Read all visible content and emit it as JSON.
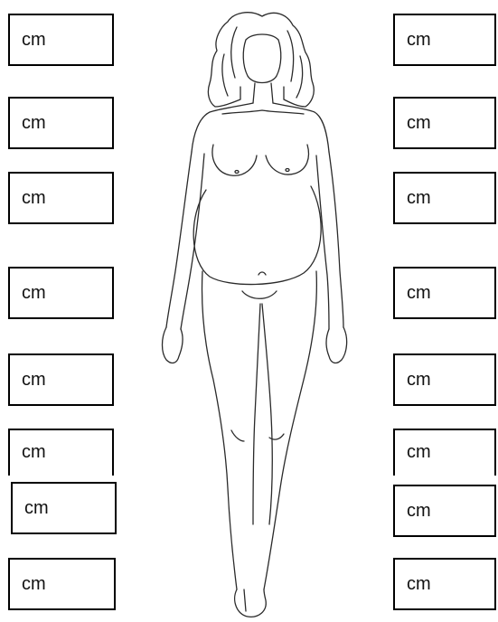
{
  "illustration": {
    "icon": "pregnant-woman-body-outline-icon"
  },
  "measurement_boxes": {
    "left": [
      {
        "unit": "cm",
        "value": ""
      },
      {
        "unit": "cm",
        "value": ""
      },
      {
        "unit": "cm",
        "value": ""
      },
      {
        "unit": "cm",
        "value": ""
      },
      {
        "unit": "cm",
        "value": ""
      },
      {
        "unit": "cm",
        "value": ""
      },
      {
        "unit": "cm",
        "value": ""
      },
      {
        "unit": "cm",
        "value": ""
      }
    ],
    "right": [
      {
        "unit": "cm",
        "value": ""
      },
      {
        "unit": "cm",
        "value": ""
      },
      {
        "unit": "cm",
        "value": ""
      },
      {
        "unit": "cm",
        "value": ""
      },
      {
        "unit": "cm",
        "value": ""
      },
      {
        "unit": "cm",
        "value": ""
      },
      {
        "unit": "cm",
        "value": ""
      },
      {
        "unit": "cm",
        "value": ""
      }
    ]
  }
}
